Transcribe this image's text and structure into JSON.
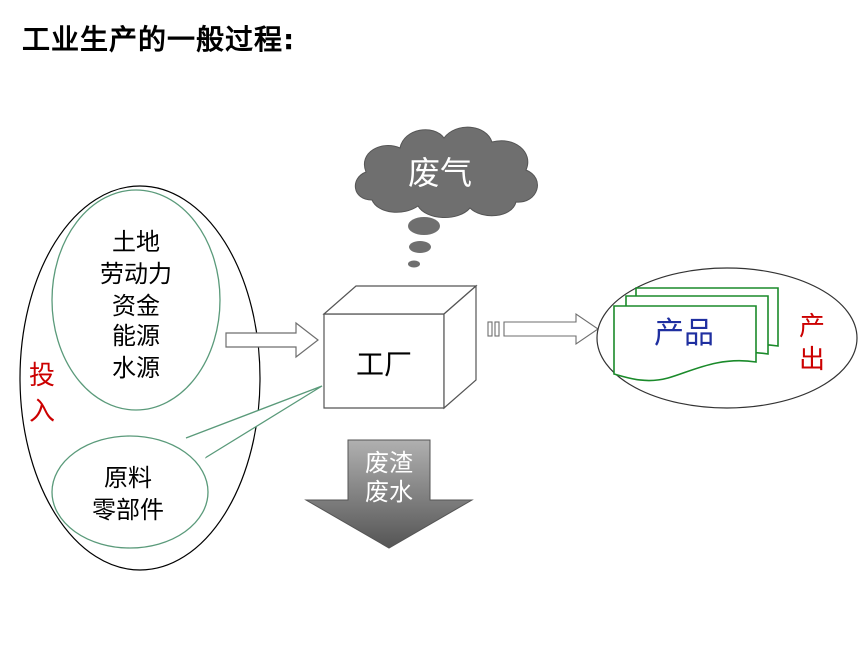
{
  "title": "工业生产的一般过程:",
  "input": {
    "label": "投入",
    "resources": [
      "土地",
      "劳动力",
      "资金",
      "能源",
      "水源"
    ],
    "materials": [
      "原料",
      "零部件"
    ]
  },
  "factory": {
    "label": "工厂"
  },
  "waste_gas": {
    "label": "废气"
  },
  "waste_solid_water": {
    "lines": [
      "废渣",
      "废水"
    ]
  },
  "product": {
    "label": "产品"
  },
  "output": {
    "label": "产出"
  },
  "colors": {
    "accent_red": "#cc0000",
    "product_blue": "#1f2fa0",
    "product_green": "#1a8a2a",
    "ellipse_green": "#5a9a7a",
    "cloud_gray": "#707070",
    "arrow_gray": "#6e6e6e"
  },
  "icons": {
    "cloud": "cloud-icon",
    "arrow": "arrow-right-icon",
    "down": "arrow-down-icon"
  }
}
